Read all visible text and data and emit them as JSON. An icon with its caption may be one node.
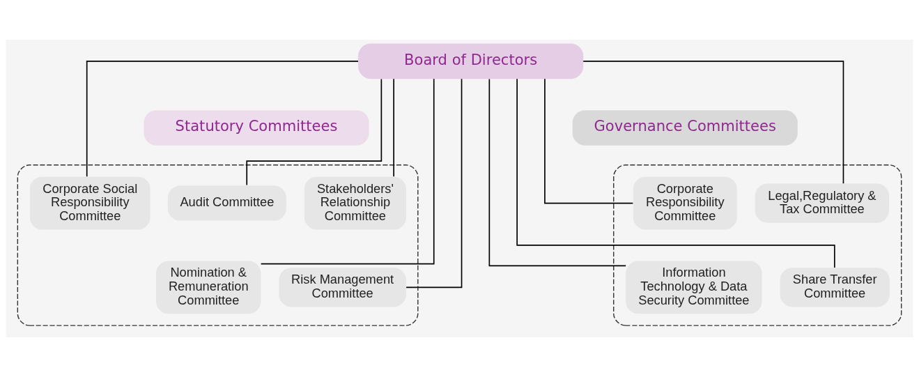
{
  "diagram": {
    "nodes": [
      {
        "text": [
          "Board of Directors"
        ]
      },
      {
        "text": [
          "Statutory Committees"
        ]
      },
      {
        "text": [
          "Governance Committees"
        ]
      },
      {
        "text": [],
        "shape": "box"
      },
      {
        "text": [
          "Audit Committee"
        ],
        "in": 3
      },
      {
        "text": [
          "Stakeholders' Relationship Committee"
        ],
        "in": 3
      },
      {
        "text": [
          "Corporate Social Responsibility Committee"
        ],
        "in": 3
      },
      {
        "text": [
          "Nomination & Remuneration Committee"
        ],
        "in": 3
      },
      {
        "text": [
          "Risk Management Committee"
        ],
        "in": 3
      },
      {
        "text": [],
        "shape": "box"
      },
      {
        "text": [
          "Corporate Responsibility Committee"
        ],
        "in": 9
      },
      {
        "text": [
          "Legal,Regulatory & Tax Committee"
        ],
        "in": 9
      },
      {
        "text": [
          "Information Technology & Data Security Committee"
        ],
        "in": 9
      },
      {
        "text": [
          "Share Transfer Committee"
        ],
        "in": 9
      }
    ],
    "edges": [
      {
        "from": 0,
        "to": 4,
        "arrow": "none"
      },
      {
        "from": 0,
        "to": 7,
        "arrow": "none"
      },
      {
        "from": 0,
        "to": 5,
        "arrow": "none"
      },
      {
        "from": 0,
        "to": 8,
        "arrow": "none"
      },
      {
        "from": 0,
        "to": 6,
        "arrow": "none"
      },
      {
        "from": 0,
        "to": 10,
        "arrow": "none"
      },
      {
        "from": 0,
        "to": 12,
        "arrow": "none"
      },
      {
        "from": 0,
        "to": 11,
        "arrow": "none"
      },
      {
        "from": 0,
        "to": 13,
        "arrow": "none"
      }
    ]
  }
}
